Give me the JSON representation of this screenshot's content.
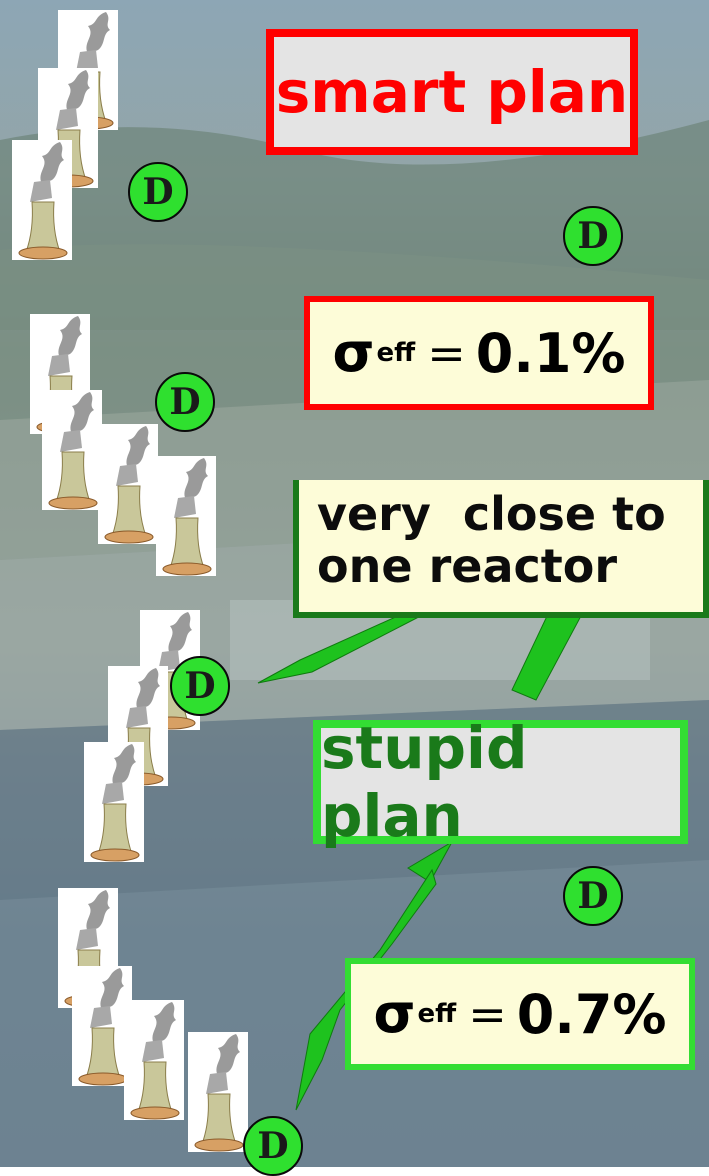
{
  "smart_plan": {
    "label": "smart plan",
    "sigma_value": "0.1%"
  },
  "stupid_plan": {
    "label": "stupid plan",
    "sigma_value": "0.7%"
  },
  "sigma_symbol": "σ",
  "sigma_subscript": "eff",
  "equals": "=",
  "callout": {
    "line1": "very  close to",
    "line2": "one reactor"
  },
  "detector_label": "D",
  "colors": {
    "red": "#ff0000",
    "green_box": "#33dd33",
    "dark_green": "#1a7a1a",
    "arrow_green": "#1ec21e",
    "detector_green": "#2fe02f"
  }
}
